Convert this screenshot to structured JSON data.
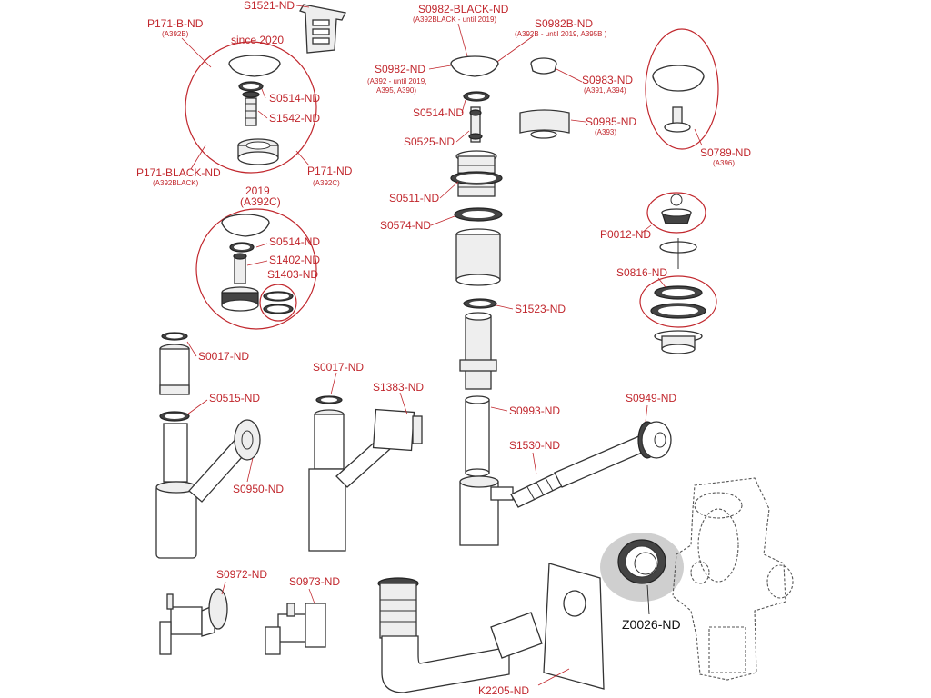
{
  "labels": {
    "s1521": "S1521-ND",
    "p171b": "P171-B-ND",
    "p171b_sub": "(A392B)",
    "since2020": "since 2020",
    "s0514a": "S0514-ND",
    "s1542": "S1542-ND",
    "p171black": "P171-BLACK-ND",
    "p171black_sub": "(A392BLACK)",
    "p171": "P171-ND",
    "p171_sub": "(A392C)",
    "y2019": "2019",
    "a392c": "(A392C)",
    "s0514b": "S0514-ND",
    "s1402": "S1402-ND",
    "s1403": "S1403-ND",
    "s0982black": "S0982-BLACK-ND",
    "s0982black_sub": "(A392BLACK - until 2019)",
    "s0982b": "S0982B-ND",
    "s0982b_sub": "(A392B - until 2019, A395B )",
    "s0982": "S0982-ND",
    "s0982_sub1": "(A392 - until 2019,",
    "s0982_sub2": "A395, A390)",
    "s0983": "S0983-ND",
    "s0983_sub": "(A391, A394)",
    "s0514c": "S0514-ND",
    "s0985": "S0985-ND",
    "s0985_sub": "(A393)",
    "s0525": "S0525-ND",
    "s0789": "S0789-ND",
    "s0789_sub": "(A396)",
    "s0511": "S0511-ND",
    "s0574": "S0574-ND",
    "p0012": "P0012-ND",
    "s0816": "S0816-ND",
    "s1523": "S1523-ND",
    "s0017a": "S0017-ND",
    "s0017b": "S0017-ND",
    "s1383": "S1383-ND",
    "s0515": "S0515-ND",
    "s0993": "S0993-ND",
    "s0949": "S0949-ND",
    "s1530": "S1530-ND",
    "s0950": "S0950-ND",
    "s0972": "S0972-ND",
    "s0973": "S0973-ND",
    "z0026": "Z0026-ND",
    "k2205": "K2205-ND"
  },
  "colors": {
    "label_red": "#c1272d",
    "line_dark": "#333333",
    "highlight_grey": "#cfcfcf"
  }
}
